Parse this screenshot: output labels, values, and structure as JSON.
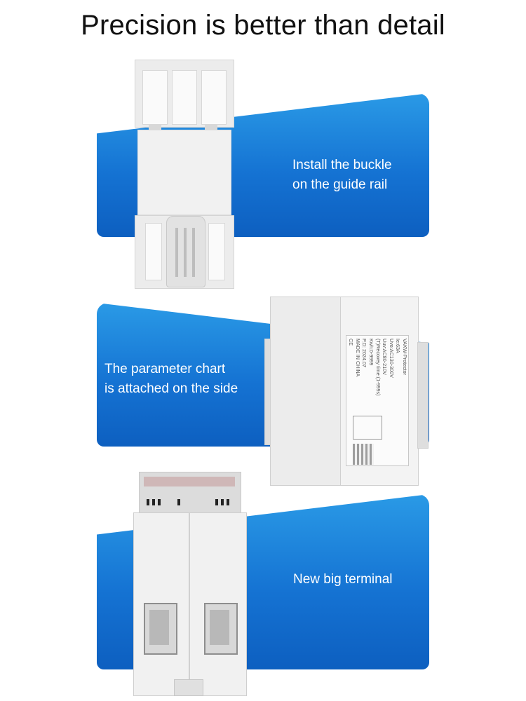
{
  "headline": "Precision is better than detail",
  "sections": [
    {
      "caption_lines": [
        "Install the buckle",
        "on the guide rail"
      ]
    },
    {
      "caption_lines": [
        "The parameter chart",
        "is attached on the side"
      ]
    },
    {
      "caption_lines": [
        "New big terminal"
      ]
    }
  ],
  "product_label": {
    "lines": [
      "VAKW-Protector",
      "Ie:63A",
      "Uvo:AC130-300V",
      "Uuv:AC80-210V",
      "(T)Recovey time:(1-999s)",
      "Kwh:0-9999",
      "P.D: 2024.07",
      "MADE IN CHINA"
    ],
    "mark": "CE"
  },
  "colors": {
    "banner_top": "#2a9ae6",
    "banner_bottom": "#0d5fc0",
    "headline": "#111111"
  }
}
